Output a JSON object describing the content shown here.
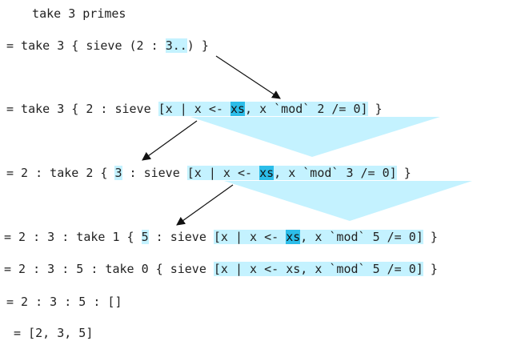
{
  "colors": {
    "highlight": "#c4f2ff",
    "focus": "#2cbde9",
    "arrow": "#111111",
    "text": "#222222"
  },
  "lines": [
    [
      {
        "t": "  take 3 primes"
      }
    ],
    [
      {
        "t": "= take 3 { sieve (2 : "
      },
      {
        "t": "3..",
        "h": 1
      },
      {
        "t": ") }"
      }
    ],
    [
      {
        "t": "= take 3 { 2 : sieve "
      },
      {
        "t": "[x | x <- ",
        "h": 1
      },
      {
        "t": "xs",
        "h": 2
      },
      {
        "t": ", x `mod` 2 /= 0]",
        "h": 1
      },
      {
        "t": " }"
      }
    ],
    [
      {
        "t": "= 2 : take 2 { "
      },
      {
        "t": "3",
        "h": 1
      },
      {
        "t": " : sieve "
      },
      {
        "t": "[x | x <- ",
        "h": 1
      },
      {
        "t": "xs",
        "h": 2
      },
      {
        "t": ", x `mod` 3 /= 0]",
        "h": 1
      },
      {
        "t": " }"
      }
    ],
    [
      {
        "t": "= 2 : 3 : take 1 { "
      },
      {
        "t": "5",
        "h": 1
      },
      {
        "t": " : sieve "
      },
      {
        "t": "[x | x <- ",
        "h": 1
      },
      {
        "t": "xs",
        "h": 2
      },
      {
        "t": ", x `mod` 5 /= 0]",
        "h": 1
      },
      {
        "t": " }"
      }
    ],
    [
      {
        "t": "= 2 : 3 : 5 : take 0 { sieve "
      },
      {
        "t": "[x | x <- xs, x `mod` 5 /= 0]",
        "h": 1
      },
      {
        "t": " }"
      }
    ],
    [
      {
        "t": "= 2 : 3 : 5 : []"
      }
    ],
    [
      {
        "t": " = [2, 3, 5]"
      }
    ]
  ]
}
